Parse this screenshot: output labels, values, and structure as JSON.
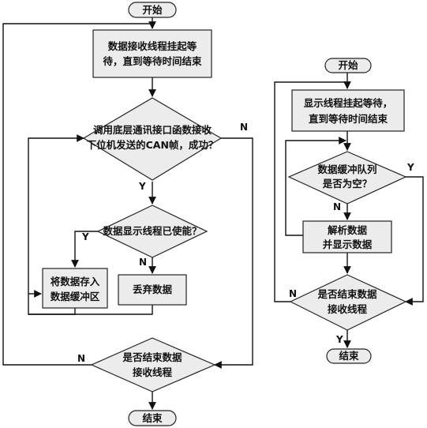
{
  "left": {
    "start": "开始",
    "wait": [
      "数据接收线程挂起等",
      "待，直到等待时间结束"
    ],
    "recv_decision": [
      "调用底层通讯接口函数接收",
      "下位机发送的CAN帧，成功？"
    ],
    "enabled_decision": "数据显示线程已使能？",
    "store": [
      "将数据存入",
      "数据缓冲区"
    ],
    "discard": "丢弃数据",
    "end_decision": [
      "是否结束数据",
      "接收线程"
    ],
    "end": "结束",
    "labels": {
      "y1": "Y",
      "n1": "N",
      "y2": "Y",
      "n2": "N",
      "n3": "N"
    }
  },
  "right": {
    "start": "开始",
    "wait": [
      "显示线程挂起等待，",
      "直到等待时间结束"
    ],
    "queue_decision": [
      "数据缓冲队列",
      "是否为空？"
    ],
    "parse": [
      "解析数据",
      "并显示数据"
    ],
    "end_decision": [
      "是否结束数据",
      "接收线程"
    ],
    "end": "结束",
    "labels": {
      "y1": "Y",
      "n1": "N",
      "n2": "N",
      "y2": "Y"
    }
  }
}
